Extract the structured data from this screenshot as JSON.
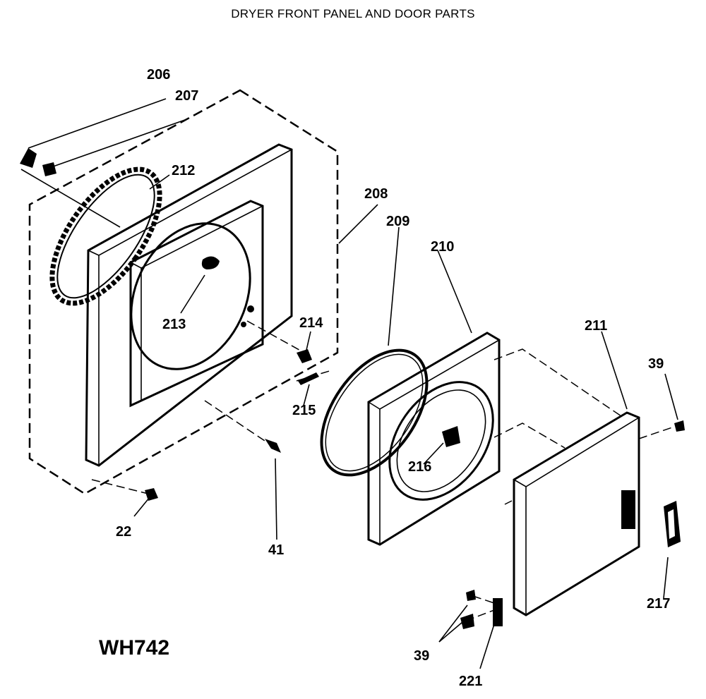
{
  "title": "DRYER FRONT PANEL AND DOOR PARTS",
  "model_code": "WH742",
  "callouts": {
    "p206": "206",
    "p207": "207",
    "p212": "212",
    "p208": "208",
    "p209": "209",
    "p210": "210",
    "p213": "213",
    "p214": "214",
    "p215": "215",
    "p211": "211",
    "p39a": "39",
    "p216": "216",
    "p22": "22",
    "p41": "41",
    "p217": "217",
    "p39b": "39",
    "p221": "221"
  }
}
